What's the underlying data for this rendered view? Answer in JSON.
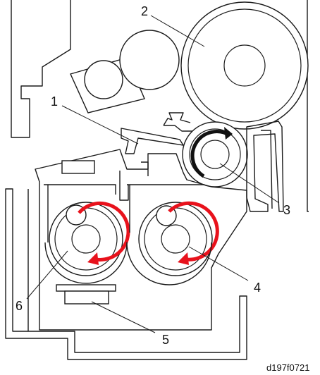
{
  "figure": {
    "figure_code": "d197f0721",
    "callouts": [
      {
        "id": "1",
        "label": "1"
      },
      {
        "id": "2",
        "label": "2"
      },
      {
        "id": "3",
        "label": "3"
      },
      {
        "id": "4",
        "label": "4"
      },
      {
        "id": "5",
        "label": "5"
      },
      {
        "id": "6",
        "label": "6"
      }
    ],
    "colors": {
      "line": "#1a1a1a",
      "rotation_arrow_red": "#e8121c",
      "rotation_arrow_black": "#111111",
      "background": "#ffffff"
    },
    "icons": [
      "rotation-arrow-clockwise"
    ]
  }
}
